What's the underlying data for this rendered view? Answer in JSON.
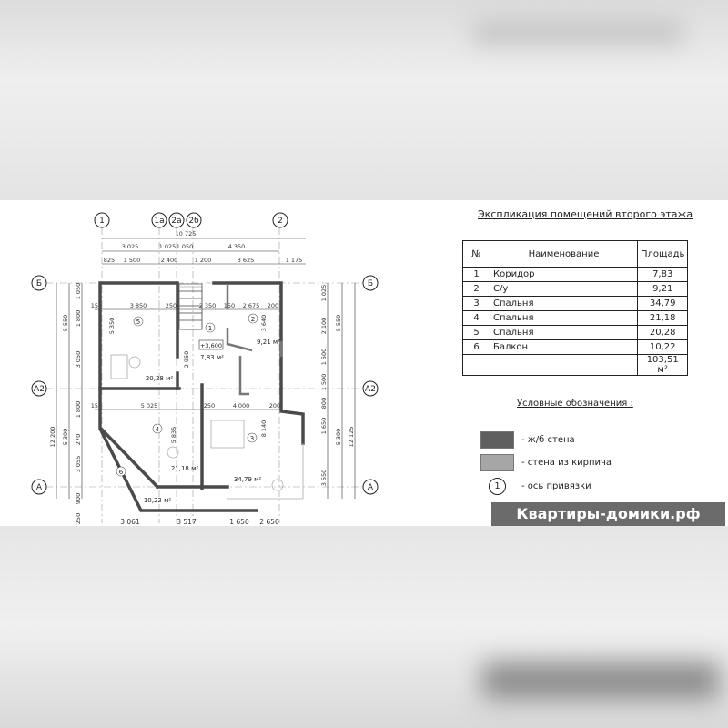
{
  "plan": {
    "axes_top": [
      "1",
      "1а",
      "2а",
      "2б",
      "2"
    ],
    "axes_side": [
      "Б",
      "А2",
      "А"
    ],
    "dims_top_total": "10 725",
    "dims_top_row2": [
      "3 025",
      "1 025",
      "1 050",
      "4 350"
    ],
    "dims_top_row3": [
      "825",
      "1 500",
      "2 400",
      "1 200",
      "3 625",
      "1 175"
    ],
    "dims_left": [
      "12 200",
      "5 550",
      "5 300",
      "1 050",
      "1 800",
      "3 050",
      "1 800",
      "270",
      "3 055",
      "900",
      "250"
    ],
    "dims_right": [
      "1 025",
      "2 100",
      "1 500",
      "1 500",
      "800",
      "1 650",
      "3 550",
      "5 550",
      "5 300",
      "12 125"
    ],
    "dims_bottom": [
      "3 061",
      "3 517",
      "1 650",
      "2 650"
    ],
    "inner_dims": [
      "3 850",
      "250",
      "2 350",
      "150",
      "2 675",
      "200",
      "5 025",
      "250",
      "4 000",
      "200",
      "150",
      "150",
      "5 350",
      "2 950",
      "5 835",
      "8 140",
      "3 640"
    ],
    "level_mark": "+3,600",
    "rooms": [
      {
        "num": "1",
        "area": "7,83 м²"
      },
      {
        "num": "2",
        "area": "9,21 м²"
      },
      {
        "num": "3",
        "area": "34,79 м²"
      },
      {
        "num": "4",
        "area": "21,18 м²"
      },
      {
        "num": "5",
        "area": "20,28 м²"
      },
      {
        "num": "6",
        "area": "10,22 м²"
      }
    ]
  },
  "explication": {
    "title": "Экспликация помещений второго этажа",
    "headers": [
      "№",
      "Наименование",
      "Площадь"
    ],
    "rows": [
      {
        "n": "1",
        "name": "Коридор",
        "area": "7,83"
      },
      {
        "n": "2",
        "name": "С/у",
        "area": "9,21"
      },
      {
        "n": "3",
        "name": "Спальня",
        "area": "34,79"
      },
      {
        "n": "4",
        "name": "Спальня",
        "area": "21,18"
      },
      {
        "n": "5",
        "name": "Спальня",
        "area": "20,28"
      },
      {
        "n": "6",
        "name": "Балкон",
        "area": "10,22"
      }
    ],
    "total": "103,51 м²"
  },
  "legend": {
    "title": "Условные обозначения :",
    "items": [
      {
        "label": "- ж/б стена",
        "color": "#5f5f5f"
      },
      {
        "label": "- стена из кирпича",
        "color": "#a6a6a6"
      },
      {
        "symbol": "1",
        "label": "- ось привязки"
      }
    ]
  },
  "watermark": "Квартиры-домики.рф"
}
